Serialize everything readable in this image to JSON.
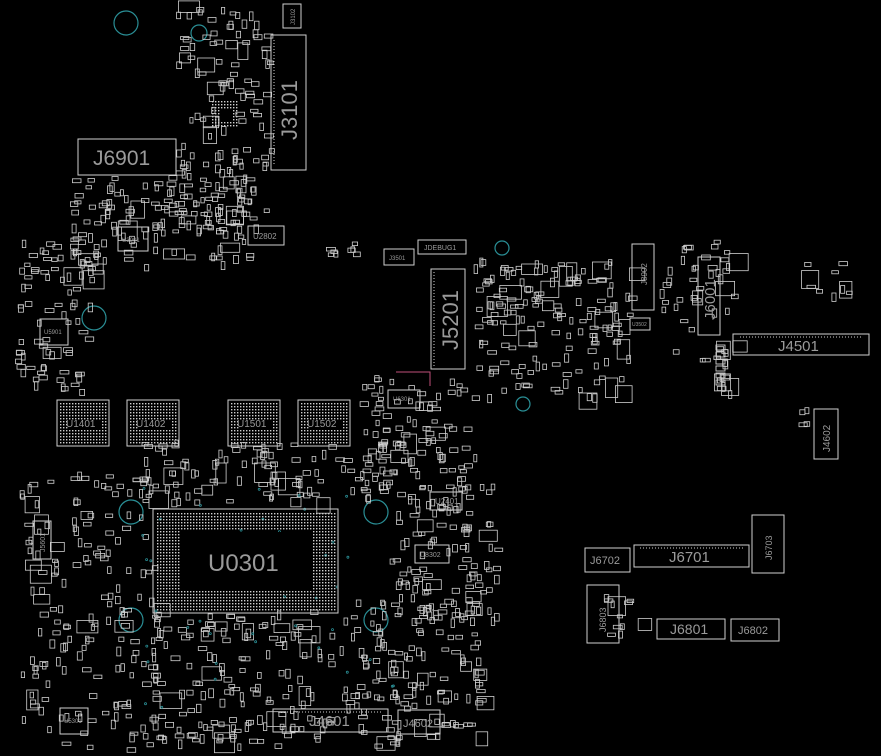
{
  "colors": {
    "background": "#000000",
    "outline": "#cfcfcf",
    "label": "#9a9a9a",
    "mounting_hole": "#2a8f96",
    "via": "#2a8f96",
    "trace": "#c0507a"
  },
  "labels": {
    "j3101": "J3101",
    "j3102": "J3102",
    "j6901": "J6901",
    "j5201": "J5201",
    "j6001": "J6001",
    "j4501": "J4501",
    "j4602_right": "J4602",
    "j4602_bottom": "J4602",
    "j4601": "J4601",
    "j6701": "J6701",
    "j6702": "J6702",
    "j6703": "J6703",
    "j6801": "J6801",
    "j6802": "J6802",
    "j6803": "J6803",
    "j5601": "J5601",
    "u0301": "U0301",
    "u1401": "U1401",
    "u1402": "U1402",
    "u1501": "U1501",
    "u1502": "U1502",
    "u2802": "U2802",
    "u3901": "U3901",
    "u5901": "U5901",
    "u5301": "U5301",
    "u2401": "U2401",
    "u8302": "U8302",
    "u6301": "U6301",
    "jdebug1": "JDEBUG1",
    "j3501": "J3501",
    "j8902": "J8902",
    "u3502": "U3502"
  }
}
